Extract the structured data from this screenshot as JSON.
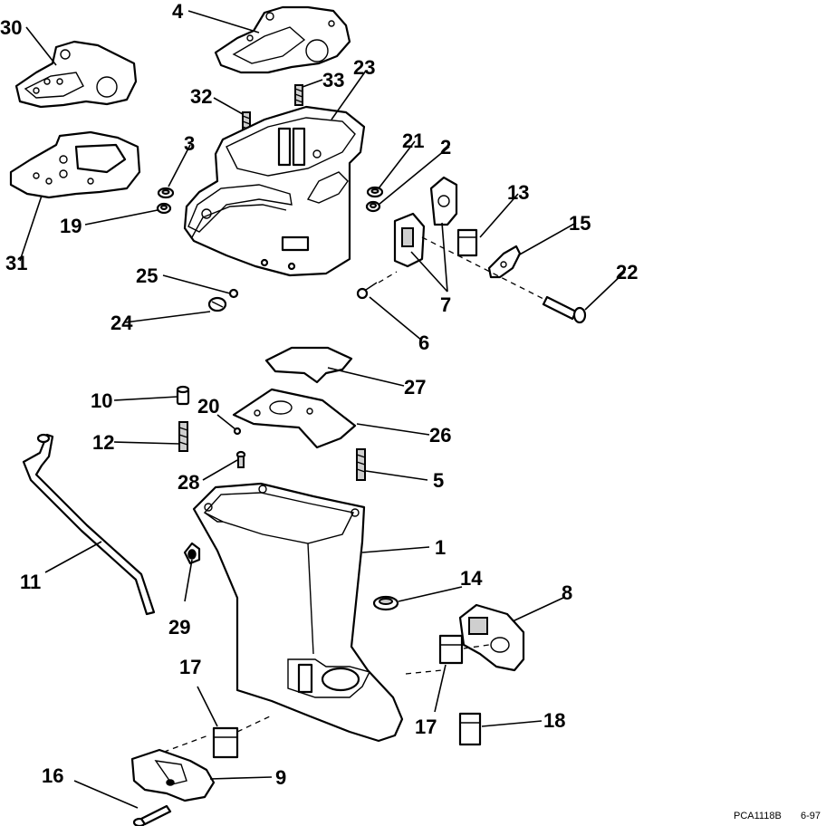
{
  "callouts": {
    "c1": "1",
    "c2": "2",
    "c3": "3",
    "c4": "4",
    "c5": "5",
    "c6": "6",
    "c7": "7",
    "c8": "8",
    "c9": "9",
    "c10": "10",
    "c11": "11",
    "c12": "12",
    "c13": "13",
    "c14": "14",
    "c15": "15",
    "c16": "16",
    "c17a": "17",
    "c17b": "17",
    "c18": "18",
    "c19": "19",
    "c20": "20",
    "c21": "21",
    "c22": "22",
    "c23": "23",
    "c24": "24",
    "c25": "25",
    "c26": "26",
    "c27": "27",
    "c28": "28",
    "c29": "29",
    "c30": "30",
    "c31": "31",
    "c32": "32",
    "c33": "33"
  },
  "footer": {
    "reference": "PCA1118B",
    "date": "6-97"
  }
}
